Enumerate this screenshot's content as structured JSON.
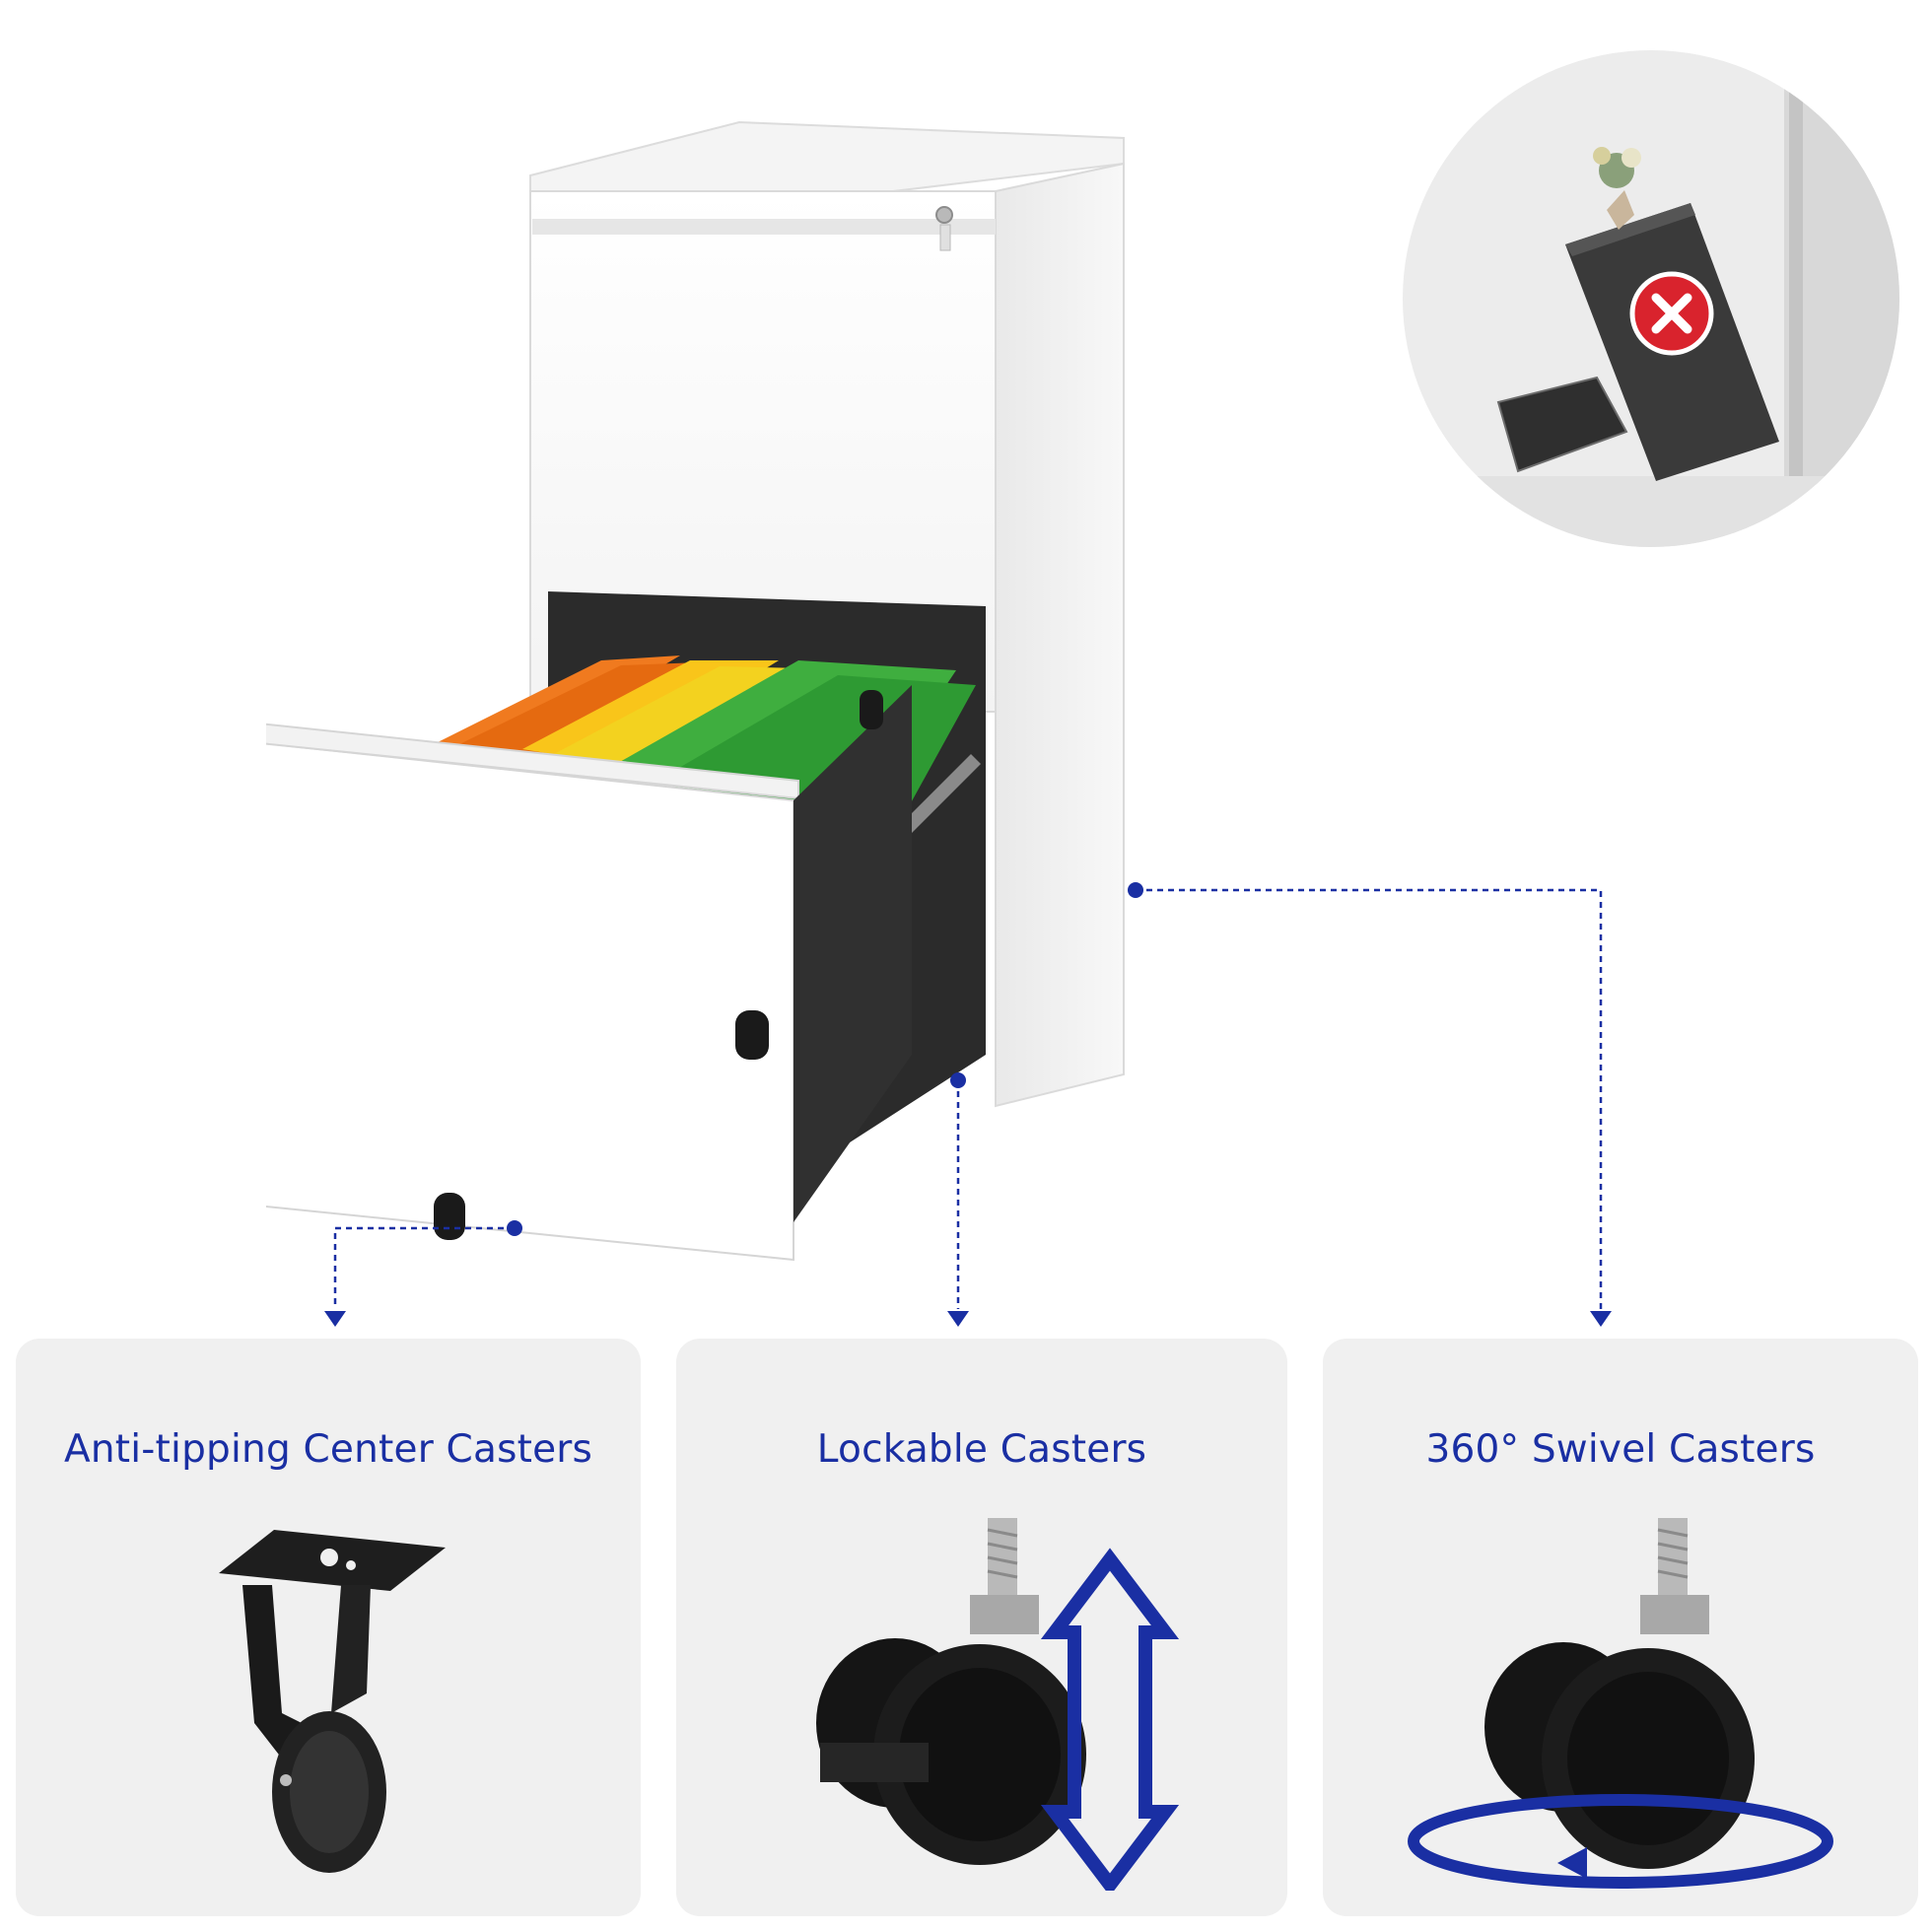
{
  "features": [
    {
      "title": "Anti-tipping Center Casters",
      "icon": "anti-tipping-caster-icon"
    },
    {
      "title": "Lockable Casters",
      "icon": "lockable-caster-icon"
    },
    {
      "title": "360° Swivel Casters",
      "icon": "swivel-caster-icon"
    }
  ],
  "inset": {
    "icon": "no-tipping-warning-icon"
  },
  "colors": {
    "accent_blue": "#1a2fa3",
    "panel_bg": "#f0f0f0",
    "warning_red": "#d9232d",
    "cabinet_white": "#ffffff",
    "cabinet_dark": "#2b2b2b"
  }
}
